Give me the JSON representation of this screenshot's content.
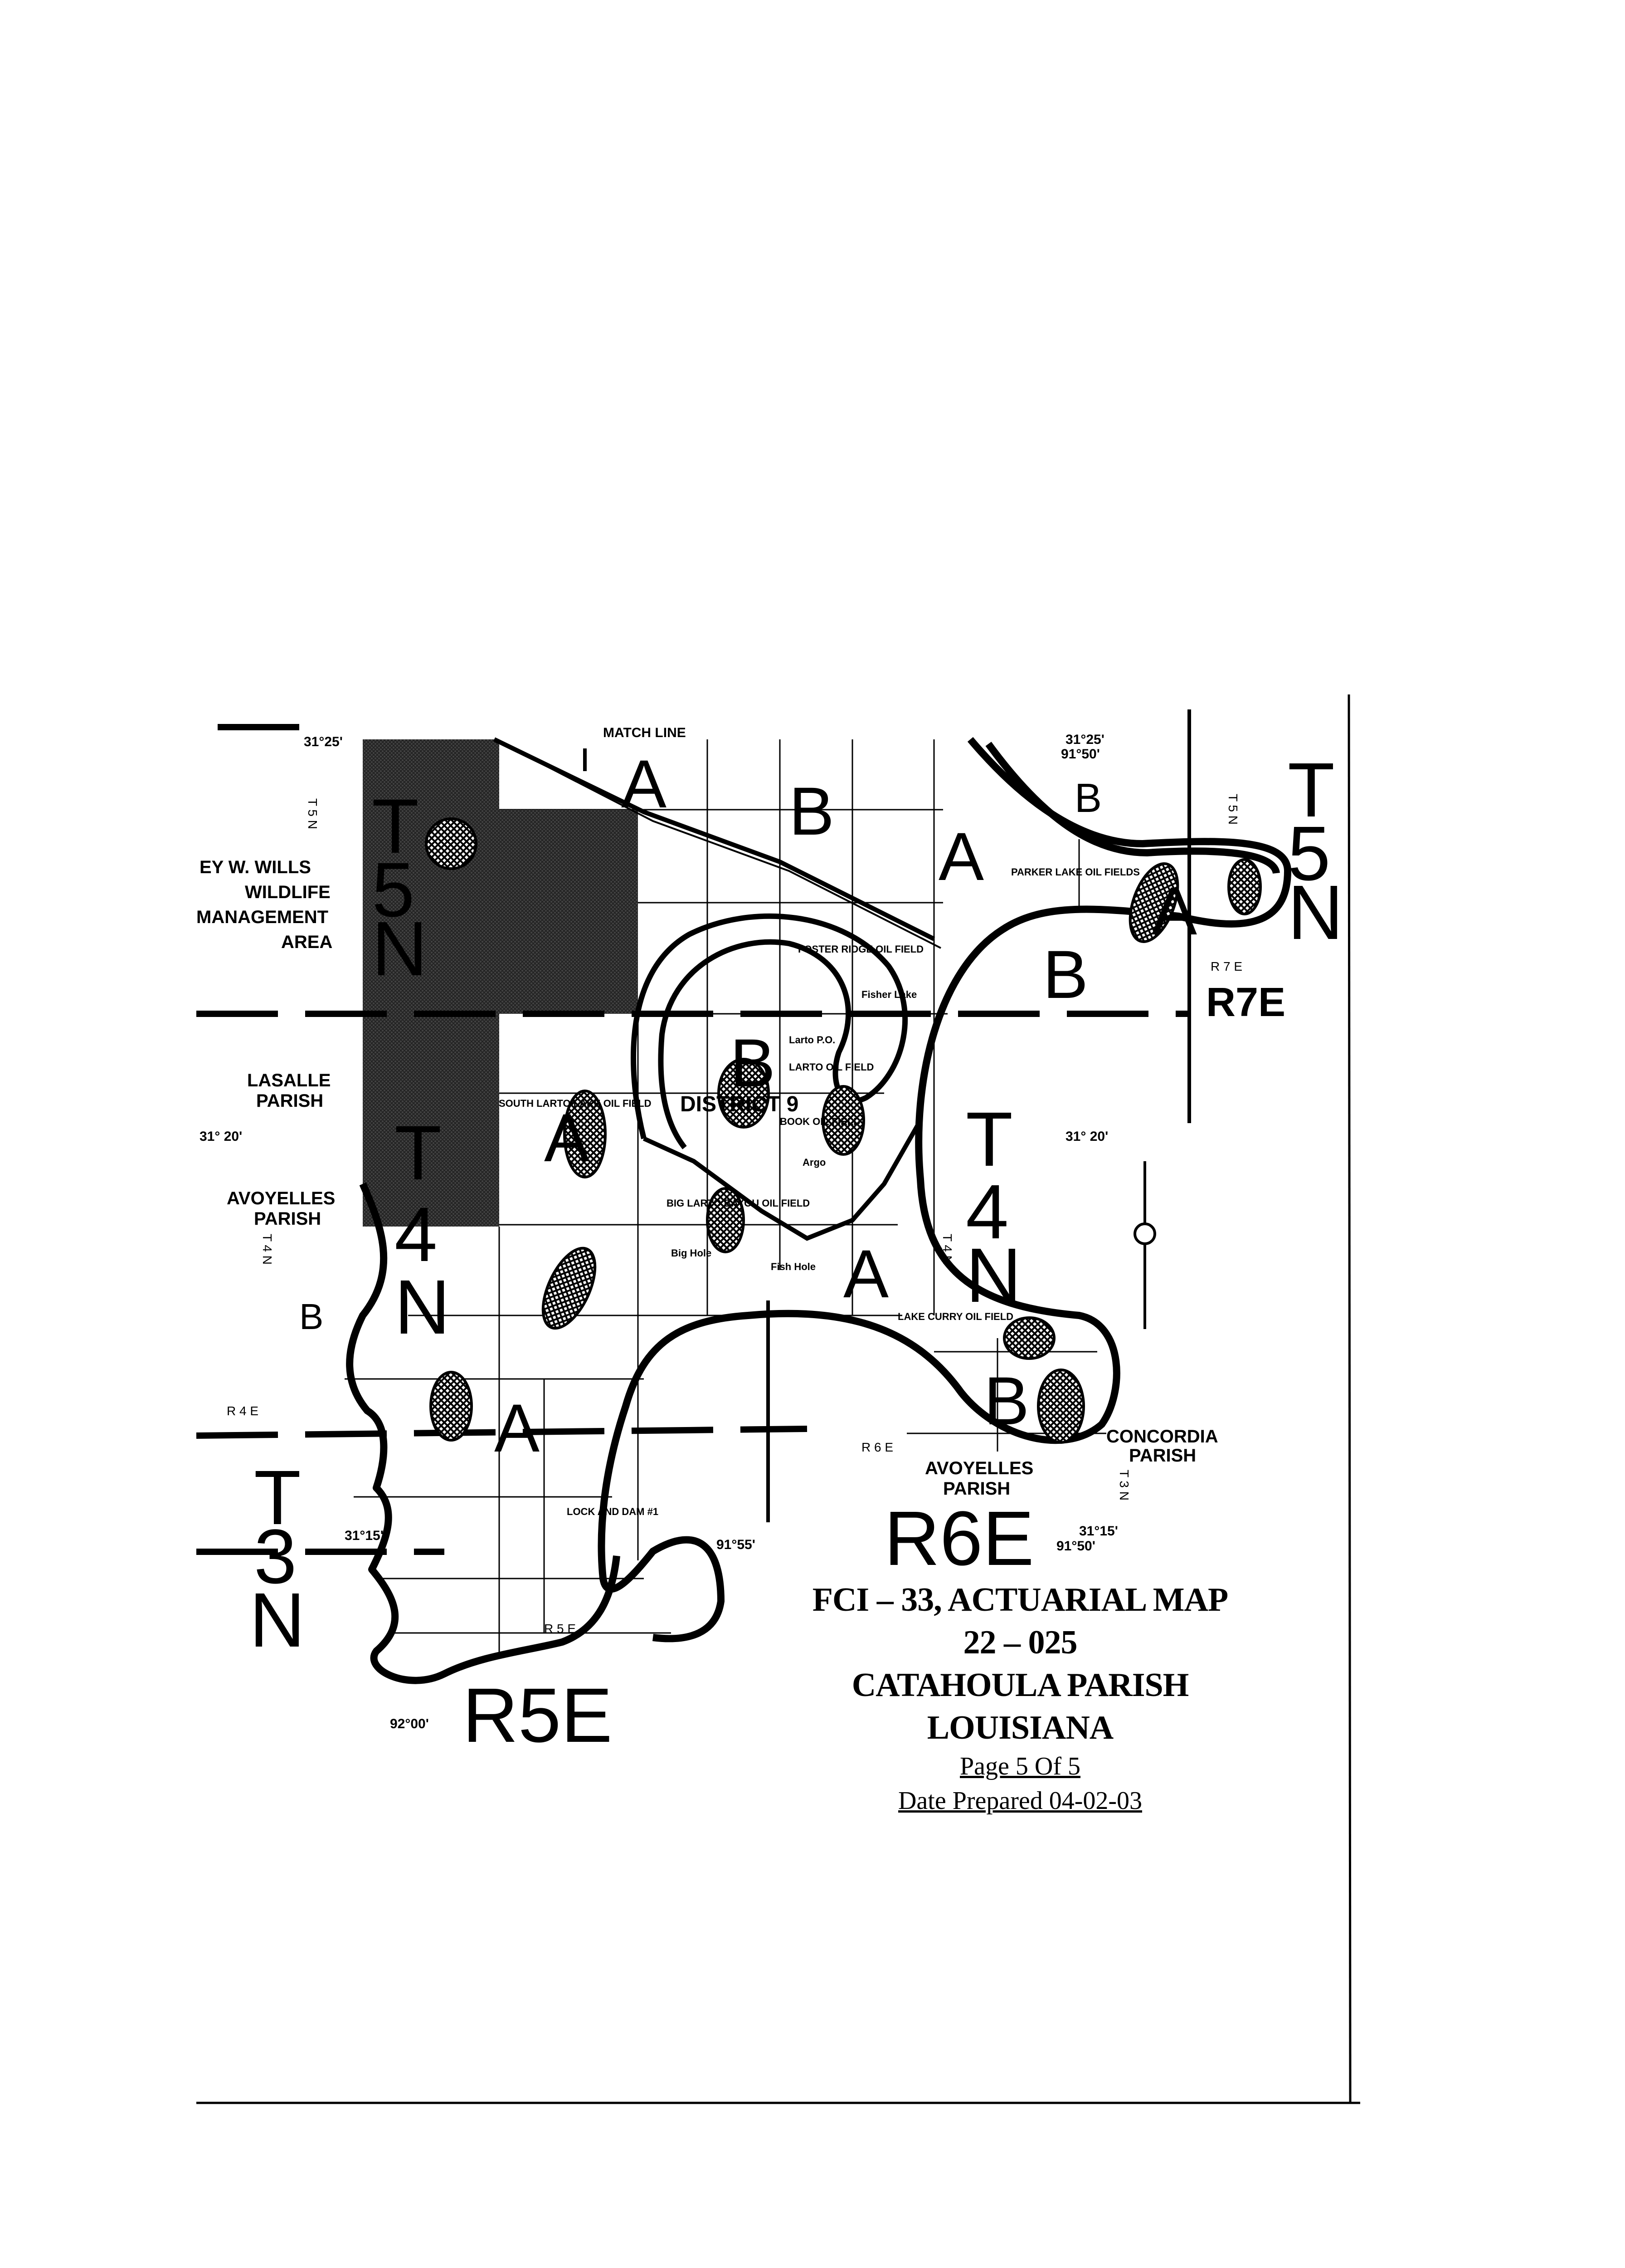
{
  "title_block": {
    "line1": "FCI – 33, ACTUARIAL MAP",
    "line2": "22 – 025",
    "line3": "CATAHOULA PARISH",
    "line4": "LOUISIANA",
    "page": "Page  5  Of  5",
    "date": "Date Prepared  04-02-03"
  },
  "map": {
    "match_line": "MATCH LINE",
    "coords": {
      "nw": "31°25'",
      "ne_lat": "31°25'",
      "ne_lon": "91°50'",
      "w_mid": "31° 20'",
      "e_mid": "31° 20'",
      "sw_lat": "31°15'",
      "se_lat": "31°15'",
      "se_lon": "91°50'",
      "s_mid_lon": "91°55'",
      "sw_lon": "92°00'"
    },
    "place_labels": {
      "wma1": "EY W. WILLS",
      "wma2": "WILDLIFE",
      "wma3": "MANAGEMENT",
      "wma4": "AREA",
      "lasalle1": "LASALLE",
      "lasalle2": "PARISH",
      "avoyelles1": "AVOYELLES",
      "avoyelles2": "PARISH",
      "avoyelles_s1": "AVOYELLES",
      "avoyelles_s2": "PARISH",
      "concordia1": "CONCORDIA",
      "concordia2": "PARISH",
      "district": "DISTRICT 9",
      "parker": "PARKER LAKE OIL FIELDS",
      "foster": "FOSTER RIDGE OIL FIELD",
      "larto_po": "Larto P.O.",
      "larto_field": "LARTO OIL FIELD",
      "south_larto": "SOUTH LARTO LAKE OIL FIELD",
      "big_larto": "BIG LARTO BAYOU OIL FIELD",
      "book": "BOOK OIL FIELD",
      "argo": "Argo",
      "fisher": "Fisher Lake",
      "lake_curry": "LAKE CURRY OIL FIELD",
      "lock_dam": "LOCK AND DAM #1",
      "fish_hole": "Fish Hole",
      "big_hole": "Big Hole"
    },
    "printed_ranges": {
      "r4e": "R 4 E",
      "r5e": "R 5 E",
      "r6e": "R 6 E",
      "r7e": "R 7 E"
    },
    "printed_townships": {
      "t5n_left": "T 5 N",
      "t5n_right": "T 5 N",
      "t4n_left": "T 4 N",
      "t4n_mid": "T 4 N",
      "t3n": "T 3 N"
    },
    "handwritten": {
      "t": "T",
      "n": "N",
      "five": "5",
      "four": "4",
      "three": "3",
      "r7e": "R7E",
      "r6e": "R6E",
      "r5e": "R5E",
      "zone_a": "A",
      "zone_b": "B"
    },
    "colors": {
      "ink": "#000000",
      "shade": "#3a3a3a",
      "paper": "#ffffff"
    }
  }
}
